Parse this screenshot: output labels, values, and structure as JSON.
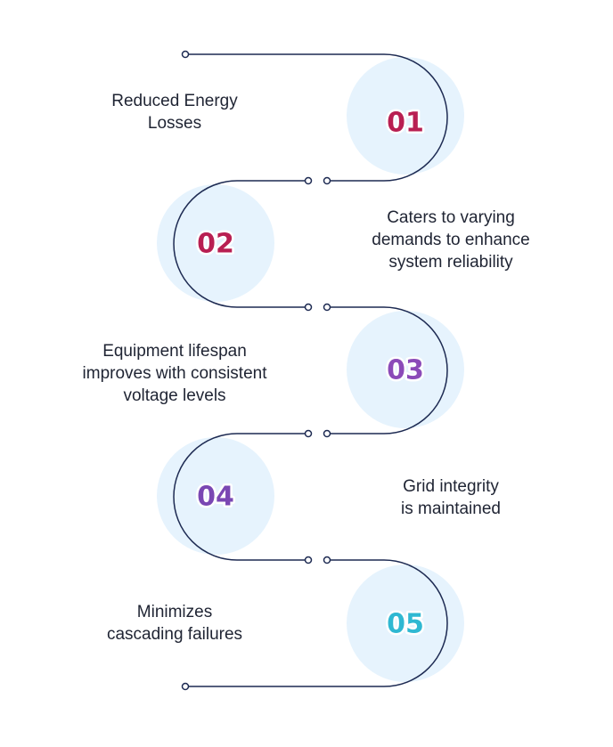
{
  "colors": {
    "line": "#1d2a52",
    "disc": "#e6f3fd",
    "step1": "#b81f52",
    "step2": "#b81f52",
    "step3": "#8b4ab8",
    "step4": "#7a47b3",
    "step5": "#2fb8d2"
  },
  "steps": [
    {
      "number": "01",
      "text": "Reduced Energy\nLosses"
    },
    {
      "number": "02",
      "text": "Caters to varying\ndemands to enhance\nsystem reliability"
    },
    {
      "number": "03",
      "text": "Equipment lifespan\nimproves with consistent\nvoltage levels"
    },
    {
      "number": "04",
      "text": "Grid integrity\nis maintained"
    },
    {
      "number": "05",
      "text": "Minimizes\ncascading failures"
    }
  ]
}
